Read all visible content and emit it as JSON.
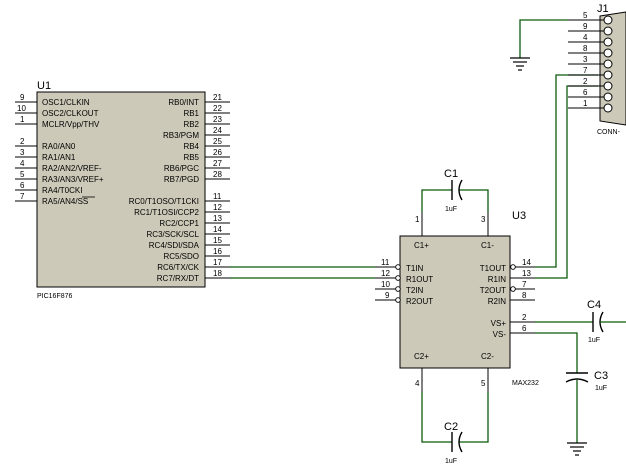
{
  "u1": {
    "ref": "U1",
    "part": "PIC16F876",
    "left_pins": [
      {
        "num": "9",
        "label": "OSC1/CLKIN"
      },
      {
        "num": "10",
        "label": "OSC2/CLKOUT"
      },
      {
        "num": "1",
        "label": "MCLR/Vpp/THV"
      },
      {
        "num": "2",
        "label": "RA0/AN0"
      },
      {
        "num": "3",
        "label": "RA1/AN1"
      },
      {
        "num": "4",
        "label": "RA2/AN2/VREF-"
      },
      {
        "num": "5",
        "label": "RA3/AN3/VREF+"
      },
      {
        "num": "6",
        "label": "RA4/T0CKI"
      },
      {
        "num": "7",
        "label": "RA5/AN4/SS"
      }
    ],
    "right_pins": [
      {
        "num": "21",
        "label": "RB0/INT"
      },
      {
        "num": "22",
        "label": "RB1"
      },
      {
        "num": "23",
        "label": "RB2"
      },
      {
        "num": "24",
        "label": "RB3/PGM"
      },
      {
        "num": "25",
        "label": "RB4"
      },
      {
        "num": "26",
        "label": "RB5"
      },
      {
        "num": "27",
        "label": "RB6/PGC"
      },
      {
        "num": "28",
        "label": "RB7/PGD"
      },
      {
        "num": "11",
        "label": "RC0/T1OSO/T1CKI"
      },
      {
        "num": "12",
        "label": "RC1/T1OSI/CCP2"
      },
      {
        "num": "13",
        "label": "RC2/CCP1"
      },
      {
        "num": "14",
        "label": "RC3/SCK/SCL"
      },
      {
        "num": "15",
        "label": "RC4/SDI/SDA"
      },
      {
        "num": "16",
        "label": "RC5/SDO"
      },
      {
        "num": "17",
        "label": "RC6/TX/CK"
      },
      {
        "num": "18",
        "label": "RC7/RX/DT"
      }
    ]
  },
  "u3": {
    "ref": "U3",
    "part": "MAX232",
    "top_pins": [
      {
        "num": "1",
        "label": "C1+"
      },
      {
        "num": "3",
        "label": "C1-"
      }
    ],
    "bottom_pins": [
      {
        "num": "4",
        "label": "C2+"
      },
      {
        "num": "5",
        "label": "C2-"
      }
    ],
    "left_pins": [
      {
        "num": "11",
        "label": "T1IN"
      },
      {
        "num": "12",
        "label": "R1OUT"
      },
      {
        "num": "10",
        "label": "T2IN"
      },
      {
        "num": "9",
        "label": "R2OUT"
      }
    ],
    "right_pins": [
      {
        "num": "14",
        "label": "T1OUT"
      },
      {
        "num": "13",
        "label": "R1IN"
      },
      {
        "num": "7",
        "label": "T2OUT"
      },
      {
        "num": "8",
        "label": "R2IN"
      },
      {
        "num": "2",
        "label": "VS+"
      },
      {
        "num": "6",
        "label": "VS-"
      }
    ]
  },
  "capacitors": [
    {
      "ref": "C1",
      "value": "1uF"
    },
    {
      "ref": "C2",
      "value": "1uF"
    },
    {
      "ref": "C3",
      "value": "1uF"
    },
    {
      "ref": "C4",
      "value": "1uF"
    }
  ],
  "j1": {
    "ref": "J1",
    "part": "CONN-",
    "pins": [
      "5",
      "9",
      "4",
      "8",
      "3",
      "7",
      "2",
      "6",
      "1"
    ]
  }
}
